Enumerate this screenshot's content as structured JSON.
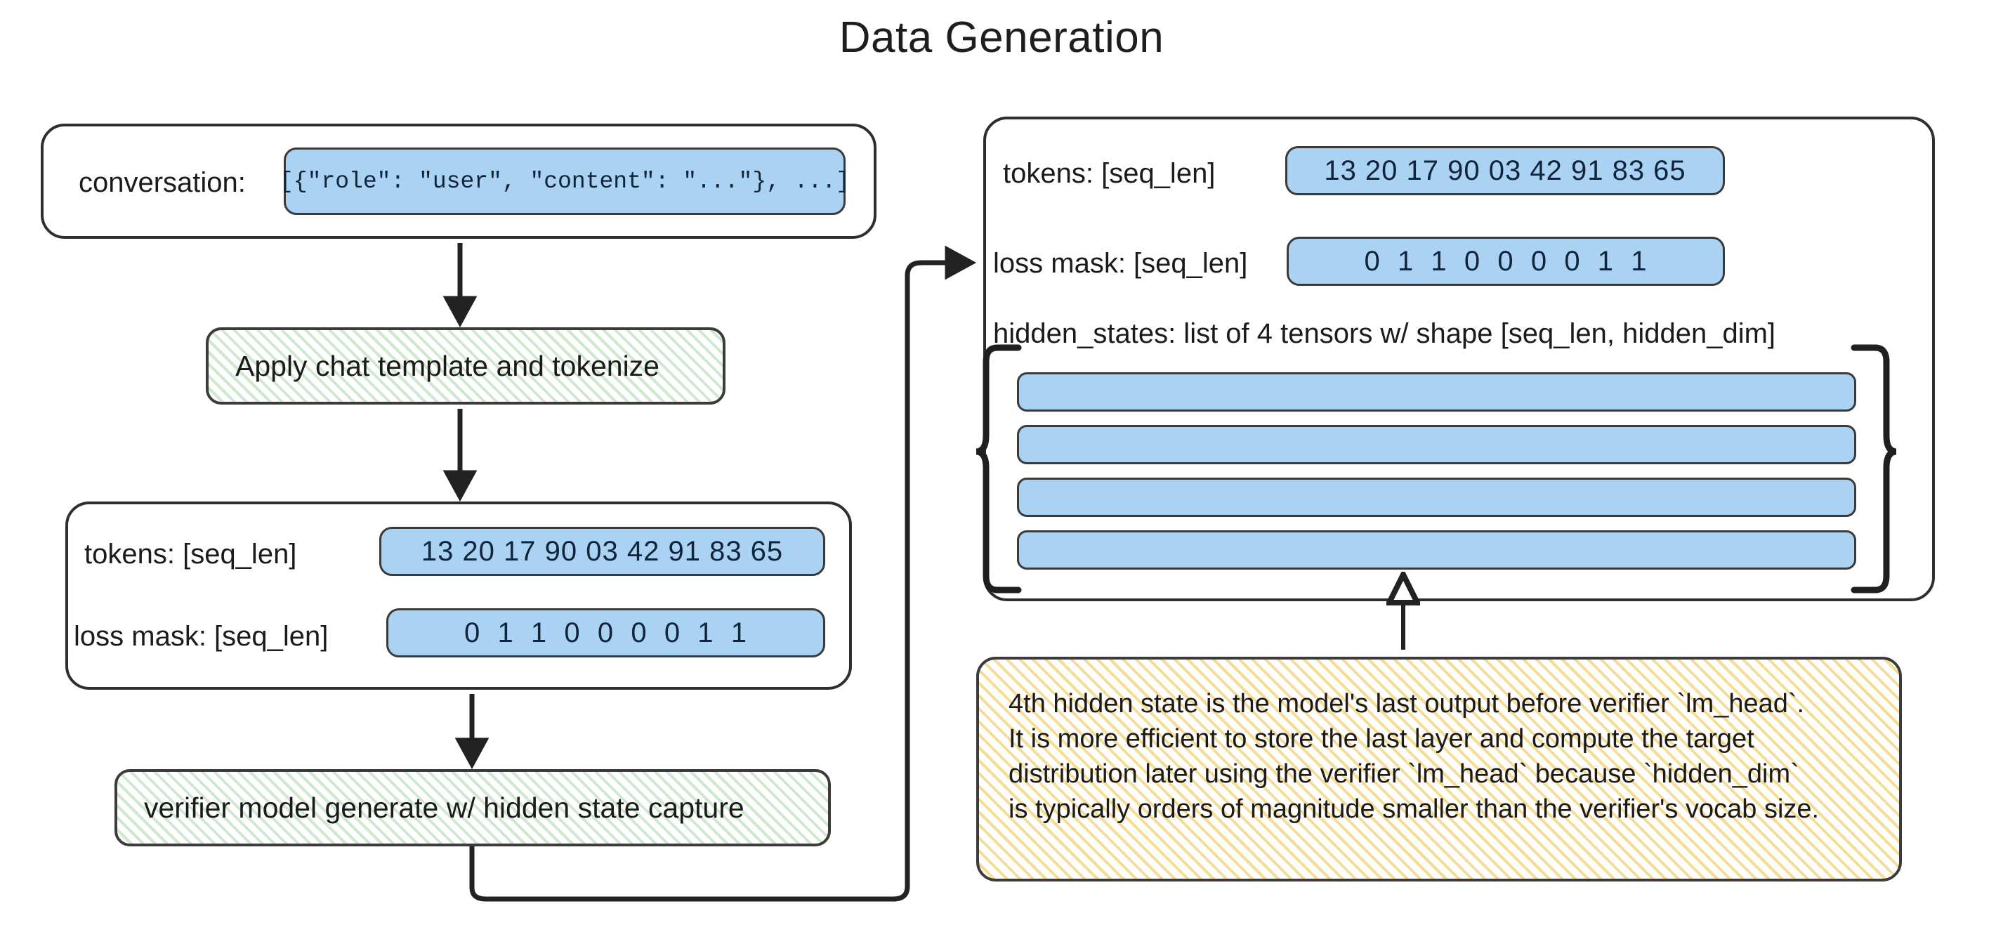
{
  "title": "Data Generation",
  "left_column": {
    "input_panel": {
      "label": "conversation:",
      "value": "[{\"role\": \"user\", \"content\": \"...\"}, ...]"
    },
    "step_tokenize": "Apply chat template and tokenize",
    "tokens_panel": {
      "tokens_label": "tokens: [seq_len]",
      "tokens_value": "13 20 17 90 03 42 91 83 65",
      "loss_mask_label": "loss mask: [seq_len]",
      "loss_mask_value": "0  1  1  0  0  0  0  1  1"
    },
    "step_generate": "verifier model generate w/ hidden state capture"
  },
  "right_column": {
    "output_panel": {
      "tokens_label": "tokens: [seq_len]",
      "tokens_value": "13 20 17 90 03 42 91 83 65",
      "loss_mask_label": "loss mask: [seq_len]",
      "loss_mask_value": "0  1  1  0  0  0  0  1  1",
      "hidden_states_label": "hidden_states: list of 4 tensors w/ shape [seq_len, hidden_dim]",
      "tensor_count": 4
    },
    "note": {
      "line1": "4th hidden state is the model's last output before verifier `lm_head`.",
      "line2": "It is more efficient to store the last layer and compute the target",
      "line3": "distribution later using the verifier `lm_head` because `hidden_dim`",
      "line4": "is typically orders of magnitude smaller than the verifier's vocab size."
    }
  },
  "colors": {
    "chip_blue": "#a9d2f3",
    "process_green": "#cfe8cf",
    "note_yellow": "#f7dc96",
    "stroke": "#2e2e2e",
    "text": "#1b1b1b"
  }
}
